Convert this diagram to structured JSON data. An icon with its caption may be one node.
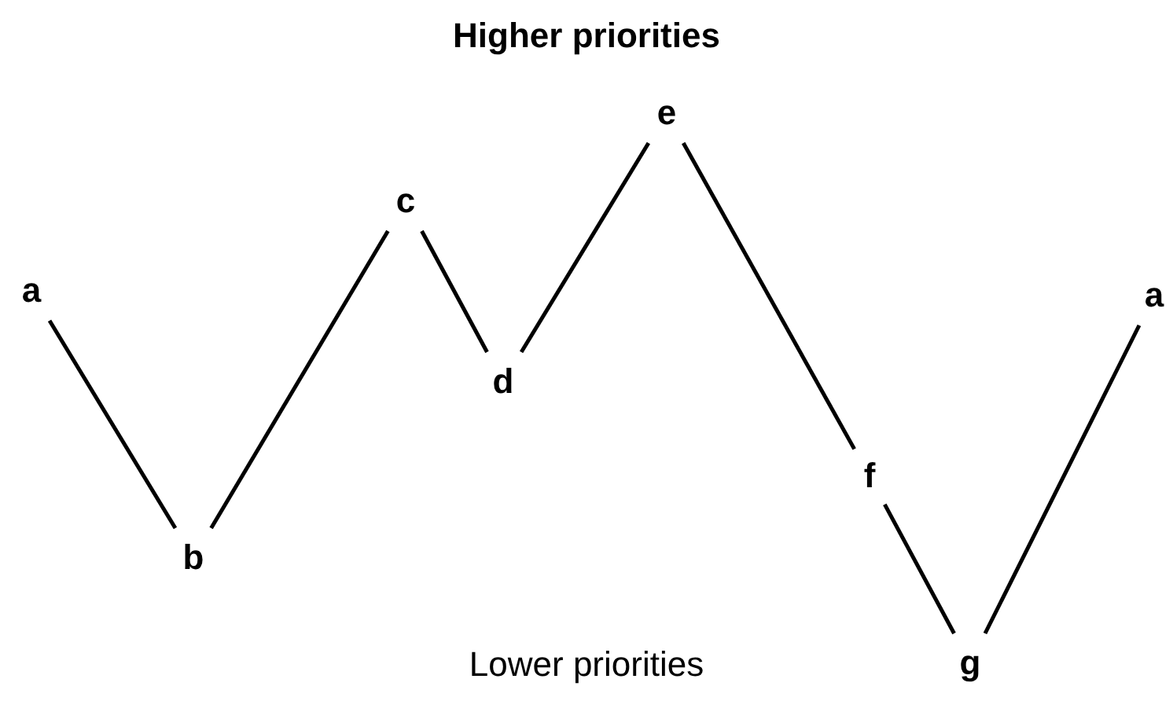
{
  "diagram": {
    "nodes": [
      {
        "text": [
          "a"
        ]
      },
      {
        "text": [
          "b"
        ]
      },
      {
        "text": [
          "c"
        ]
      },
      {
        "text": [
          "d"
        ]
      },
      {
        "text": [
          "e"
        ]
      },
      {
        "text": [
          "f"
        ]
      },
      {
        "text": [
          "g"
        ]
      },
      {
        "text": [
          "a"
        ]
      }
    ],
    "edges": [
      {
        "from": 0,
        "to": 1,
        "arrow": "none"
      },
      {
        "from": 1,
        "to": 2,
        "arrow": "none"
      },
      {
        "from": 2,
        "to": 3,
        "arrow": "none"
      },
      {
        "from": 3,
        "to": 4,
        "arrow": "none"
      },
      {
        "from": 4,
        "to": 5,
        "arrow": "none"
      },
      {
        "from": 5,
        "to": 6,
        "arrow": "none"
      },
      {
        "from": 6,
        "to": 7,
        "arrow": "none"
      }
    ],
    "labels": [
      "Higher priorities",
      "Lower priorities"
    ]
  }
}
